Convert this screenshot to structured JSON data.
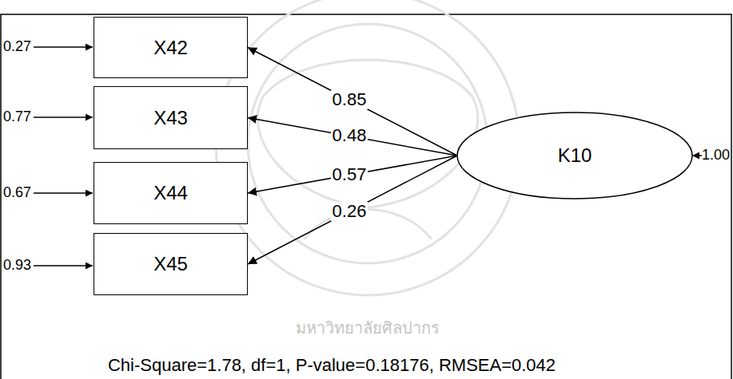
{
  "diagram": {
    "nodes": [
      {
        "text": [
          "X42"
        ]
      },
      {
        "text": [
          "X43"
        ]
      },
      {
        "text": [
          "X44"
        ]
      },
      {
        "text": [
          "X45"
        ]
      },
      {
        "text": [
          "K10"
        ]
      }
    ],
    "edges": [
      {
        "from": 4,
        "to": 0,
        "arrow": "to",
        "label": "0.85"
      },
      {
        "from": 4,
        "to": 1,
        "arrow": "to",
        "label": "0.48"
      },
      {
        "from": 4,
        "to": 2,
        "arrow": "to",
        "label": "0.57"
      },
      {
        "from": 4,
        "to": 3,
        "arrow": "to",
        "label": "0.26"
      }
    ],
    "labels": [
      "0.27",
      "0.77",
      "0.67",
      "0.93",
      "1.00",
      "Chi-Square=1.78, df=1, P-value=0.18176, RMSEA=0.042",
      "มหาวิทยาลัยศิลปากร"
    ]
  }
}
